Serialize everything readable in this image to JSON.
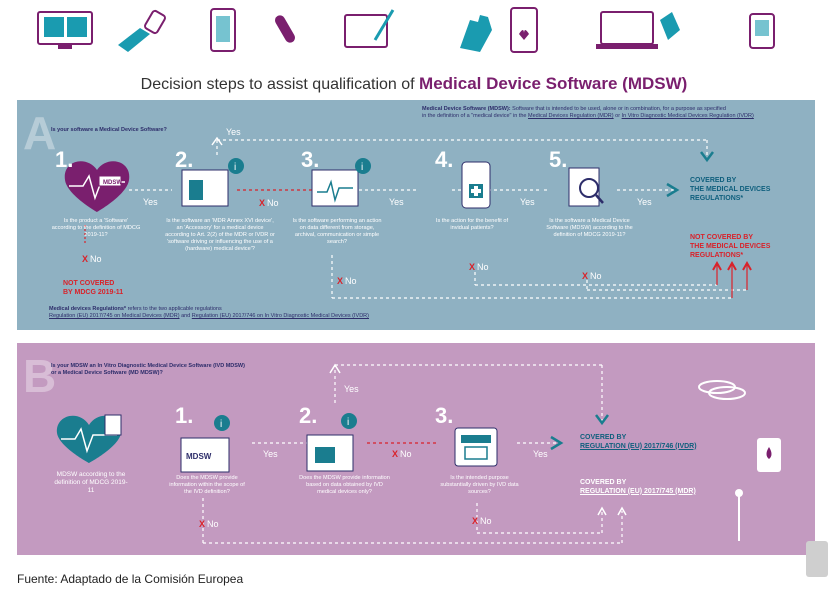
{
  "title": {
    "prefix": "Decision steps to assist qualification of",
    "highlight": "Medical Device Software (MDSW)"
  },
  "panel_a": {
    "letter": "A",
    "heading": "Is your software a Medical Device Software?",
    "definition_term": "Medical Device Software (MDSW):",
    "definition_text": "Software that is intended to be used, alone or in combination, for a purpose as specified",
    "definition_text2": "in the definition of a \"medical device\" in the",
    "definition_mdr": "Medical Devices Regulation (MDR)",
    "definition_or": "or",
    "definition_ivdr": "In Vitro Diagnostic Medical Devices Regulation (IVDR)",
    "steps": [
      {
        "num": "1.",
        "question": "Is the product a 'Software' according to the definition of MDCG 2019-11?"
      },
      {
        "num": "2.",
        "question": "Is the software an 'MDR Annex XVI device', an 'Accessory' for a medical device according to Art. 2(2) of the MDR or IVDR or 'software driving or influencing the use of a (hardware) medical device'?"
      },
      {
        "num": "3.",
        "question": "Is the software performing an action on data different from storage, archival, communication or simple search?"
      },
      {
        "num": "4.",
        "question": "Is the action for the benefit of invidual patients?"
      },
      {
        "num": "5.",
        "question": "Is the software a Medical Device Software (MDSW) according to the definition of MDCG 2019-11?"
      }
    ],
    "yes": "Yes",
    "no": "No",
    "x_mark": "X",
    "not_covered_mdcg": "NOT COVERED",
    "not_covered_mdcg2": "BY MDCG 2019-11",
    "covered": [
      "COVERED BY",
      "THE MEDICAL DEVICES",
      "REGULATIONS*"
    ],
    "not_covered": [
      "NOT COVERED BY",
      "THE MEDICAL DEVICES",
      "REGULATIONS*"
    ],
    "footnote_term": "Medical devices Regulations*",
    "footnote_text": "refers to the two applicable regulations",
    "footnote_mdr": "Regulation (EU) 2017/745 on Medical Devices (MDR)",
    "footnote_and": "and",
    "footnote_ivdr": "Regulation (EU) 2017/746 on In Vitro Diagnostic Medical Devices (IVDR)",
    "mdsw_badge": "MDSW"
  },
  "panel_b": {
    "letter": "B",
    "heading": "Is your MDSW an In Vitro Diagnostic Medical Device Software (IVD MDSW) or a Medical Device Software (MD MDSW)?",
    "start": "MDSW according to the definition of MDCG 2019-11",
    "steps": [
      {
        "num": "1.",
        "question": "Does the MDSW provide information within the scope of the IVD definition?"
      },
      {
        "num": "2.",
        "question": "Does the MDSW provide information based on data obtained by IVD medical devices only?"
      },
      {
        "num": "3.",
        "question": "Is the intended purpose substantially driven by IVD data sources?"
      }
    ],
    "yes": "Yes",
    "no": "No",
    "x_mark": "X",
    "covered_ivdr": [
      "COVERED BY",
      "REGULATION (EU) 2017/746 (IVDR)"
    ],
    "covered_mdr": [
      "COVERED BY",
      "REGULATION (EU) 2017/745 (MDR)"
    ],
    "mdsw_badge": "MDSW"
  },
  "footer": "Fuente: Adaptado de la Comisión Europea",
  "colors": {
    "teal": "#1a7d8f",
    "purple": "#7a1f6e",
    "red": "#d9222a",
    "panel_a": "#8fb1c2",
    "panel_b": "#c39ac0"
  }
}
